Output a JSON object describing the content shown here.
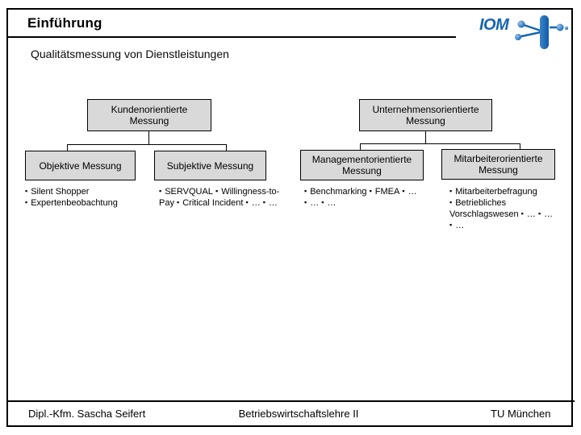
{
  "header": {
    "title": "Einführung",
    "subtitle": "Qualitätsmessung von Dienstleistungen",
    "logo_text": "IOM"
  },
  "tree": {
    "left": {
      "root": "Kundenorientierte Messung",
      "children": [
        {
          "title": "Objektive Messung",
          "items": [
            "Silent Shopper",
            "Expertenbeobachtung"
          ]
        },
        {
          "title": "Subjektive Messung",
          "items": [
            "SERVQUAL",
            "Willingness-to-Pay",
            "Critical Incident",
            "…",
            "…"
          ]
        }
      ]
    },
    "right": {
      "root": "Unternehmensorientierte Messung",
      "children": [
        {
          "title": "Managementorientierte Messung",
          "items": [
            "Benchmarking",
            "FMEA",
            "…",
            "…",
            "…"
          ]
        },
        {
          "title": "Mitarbeiterorientierte Messung",
          "items": [
            "Mitarbeiterbefragung",
            "Betriebliches Vorschlagswesen",
            "…",
            "…",
            "…"
          ]
        }
      ]
    }
  },
  "footer": {
    "author": "Dipl.-Kfm. Sascha Seifert",
    "course": "Betriebswirtschaftslehre II",
    "university": "TU München"
  },
  "colors": {
    "logo_blue": "#1565b4",
    "box_fill": "#d9d9d9",
    "box_border": "#000000"
  }
}
